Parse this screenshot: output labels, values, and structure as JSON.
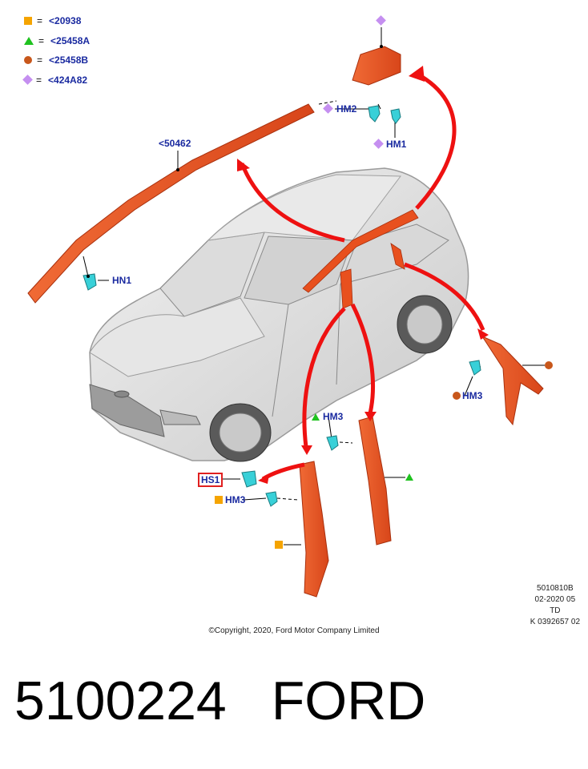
{
  "legend": [
    {
      "symbol": "square",
      "color": "#f5a400",
      "eq": "=",
      "code": "<20938"
    },
    {
      "symbol": "triangle",
      "color": "#1fc21f",
      "eq": "=",
      "code": "<25458A"
    },
    {
      "symbol": "circle",
      "color": "#c8571b",
      "eq": "=",
      "code": "<25458B"
    },
    {
      "symbol": "diamond",
      "color": "#c58ff0",
      "eq": "=",
      "code": "<424A82"
    }
  ],
  "callouts": {
    "hm2": "HM2",
    "hm1": "HM1",
    "part_50462": "<50462",
    "hn1": "HN1",
    "hm3_right": "HM3",
    "hm3_center": "HM3",
    "hs1": "HS1",
    "hm3_lower": "HM3"
  },
  "meta": {
    "line1": "5010810B",
    "line2": "02-2020 05",
    "line3": "TD",
    "line4": "K 0392657 02"
  },
  "copyright": "©Copyright, 2020, Ford Motor Company Limited",
  "footer": {
    "part_number": "5100224",
    "brand": "FORD"
  },
  "colors": {
    "part": "#e8501e",
    "arrow": "#ee1111",
    "clip": "#38d0d8",
    "label": "#1a2aa0"
  }
}
